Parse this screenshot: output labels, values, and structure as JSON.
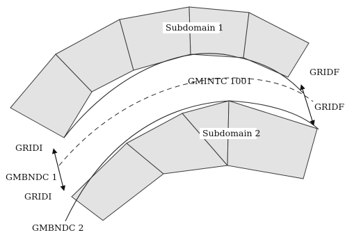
{
  "labels": {
    "subdomain1": "Subdomain 1",
    "subdomain2": "Subdomain 2",
    "gmintc": "GMINTC 1001",
    "gridf_top": "GRIDF",
    "gridf_mid": "GRIDF",
    "gridi_top": "GRIDI",
    "gmbndc1": "GMBNDC 1",
    "gridi_bottom": "GRIDI",
    "gmbndc2": "GMBNDC 2"
  },
  "colors": {
    "cell_fill": "#e3e3e3",
    "cell_stroke": "#3a3a3a",
    "background": "#ffffff"
  }
}
